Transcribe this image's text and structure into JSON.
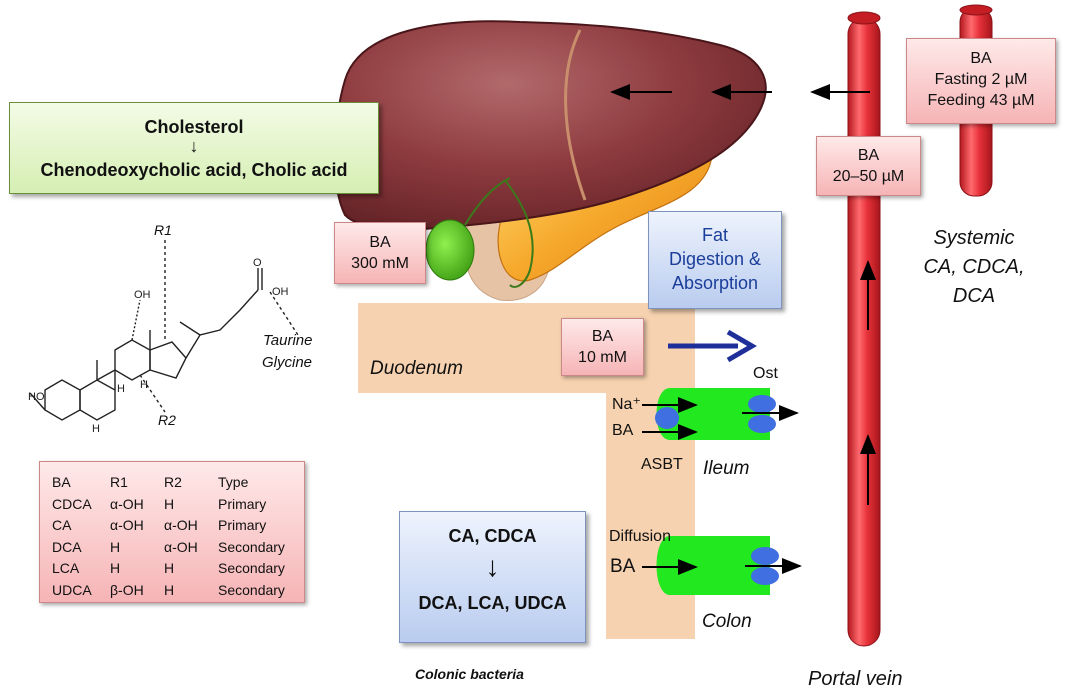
{
  "cholesterol_box": {
    "line1": "Cholesterol",
    "line2": "Chenodeoxycholic acid, Cholic acid"
  },
  "structure": {
    "r1": "R1",
    "r2": "R2",
    "ho": "HO",
    "oh_chain": "OH",
    "oh_12": "OH",
    "o_carbonyl": "O",
    "taurine": "Taurine",
    "glycine": "Glycine",
    "h": "H"
  },
  "liver_ba": {
    "label": "BA",
    "value": "300 mM"
  },
  "fat_box": {
    "line1": "Fat",
    "line2": "Digestion &",
    "line3": "Absorption"
  },
  "duodenum": "Duodenum",
  "duodenum_ba": {
    "label": "BA",
    "value": "10 mM"
  },
  "ileum": {
    "ost": "Ost",
    "na": "Na⁺",
    "ba": "BA",
    "asbt": "ASBT",
    "name": "Ileum"
  },
  "colon": {
    "diffusion": "Diffusion",
    "ba": "BA",
    "name": "Colon"
  },
  "bacteria_box": {
    "top": "CA, CDCA",
    "bottom": "DCA, LCA, UDCA",
    "caption": "Colonic bacteria"
  },
  "portal_ba": {
    "label": "BA",
    "value": "20–50 µM"
  },
  "systemic_ba": {
    "label": "BA",
    "line2": "Fasting 2 µM",
    "line3": "Feeding 43 µM"
  },
  "systemic_caption": {
    "line1": "Systemic",
    "line2": "CA, CDCA,",
    "line3": "DCA"
  },
  "portal_caption": "Portal vein",
  "ba_table": {
    "headers": [
      "BA",
      "R1",
      "R2",
      "Type"
    ],
    "rows": [
      [
        "CDCA",
        "α-OH",
        "H",
        "Primary"
      ],
      [
        "CA",
        "α-OH",
        "α-OH",
        "Primary"
      ],
      [
        "DCA",
        "H",
        "α-OH",
        "Secondary"
      ],
      [
        "LCA",
        "H",
        "H",
        "Secondary"
      ],
      [
        "UDCA",
        "β-OH",
        "H",
        "Secondary"
      ]
    ]
  },
  "colors": {
    "vein": "#e8323a",
    "liver": "#8e3b3f",
    "gut": "#f6d2b0",
    "cell": "#22e81f",
    "transporter": "#3f6fe0",
    "arrow_blue": "#1f2f9a"
  }
}
